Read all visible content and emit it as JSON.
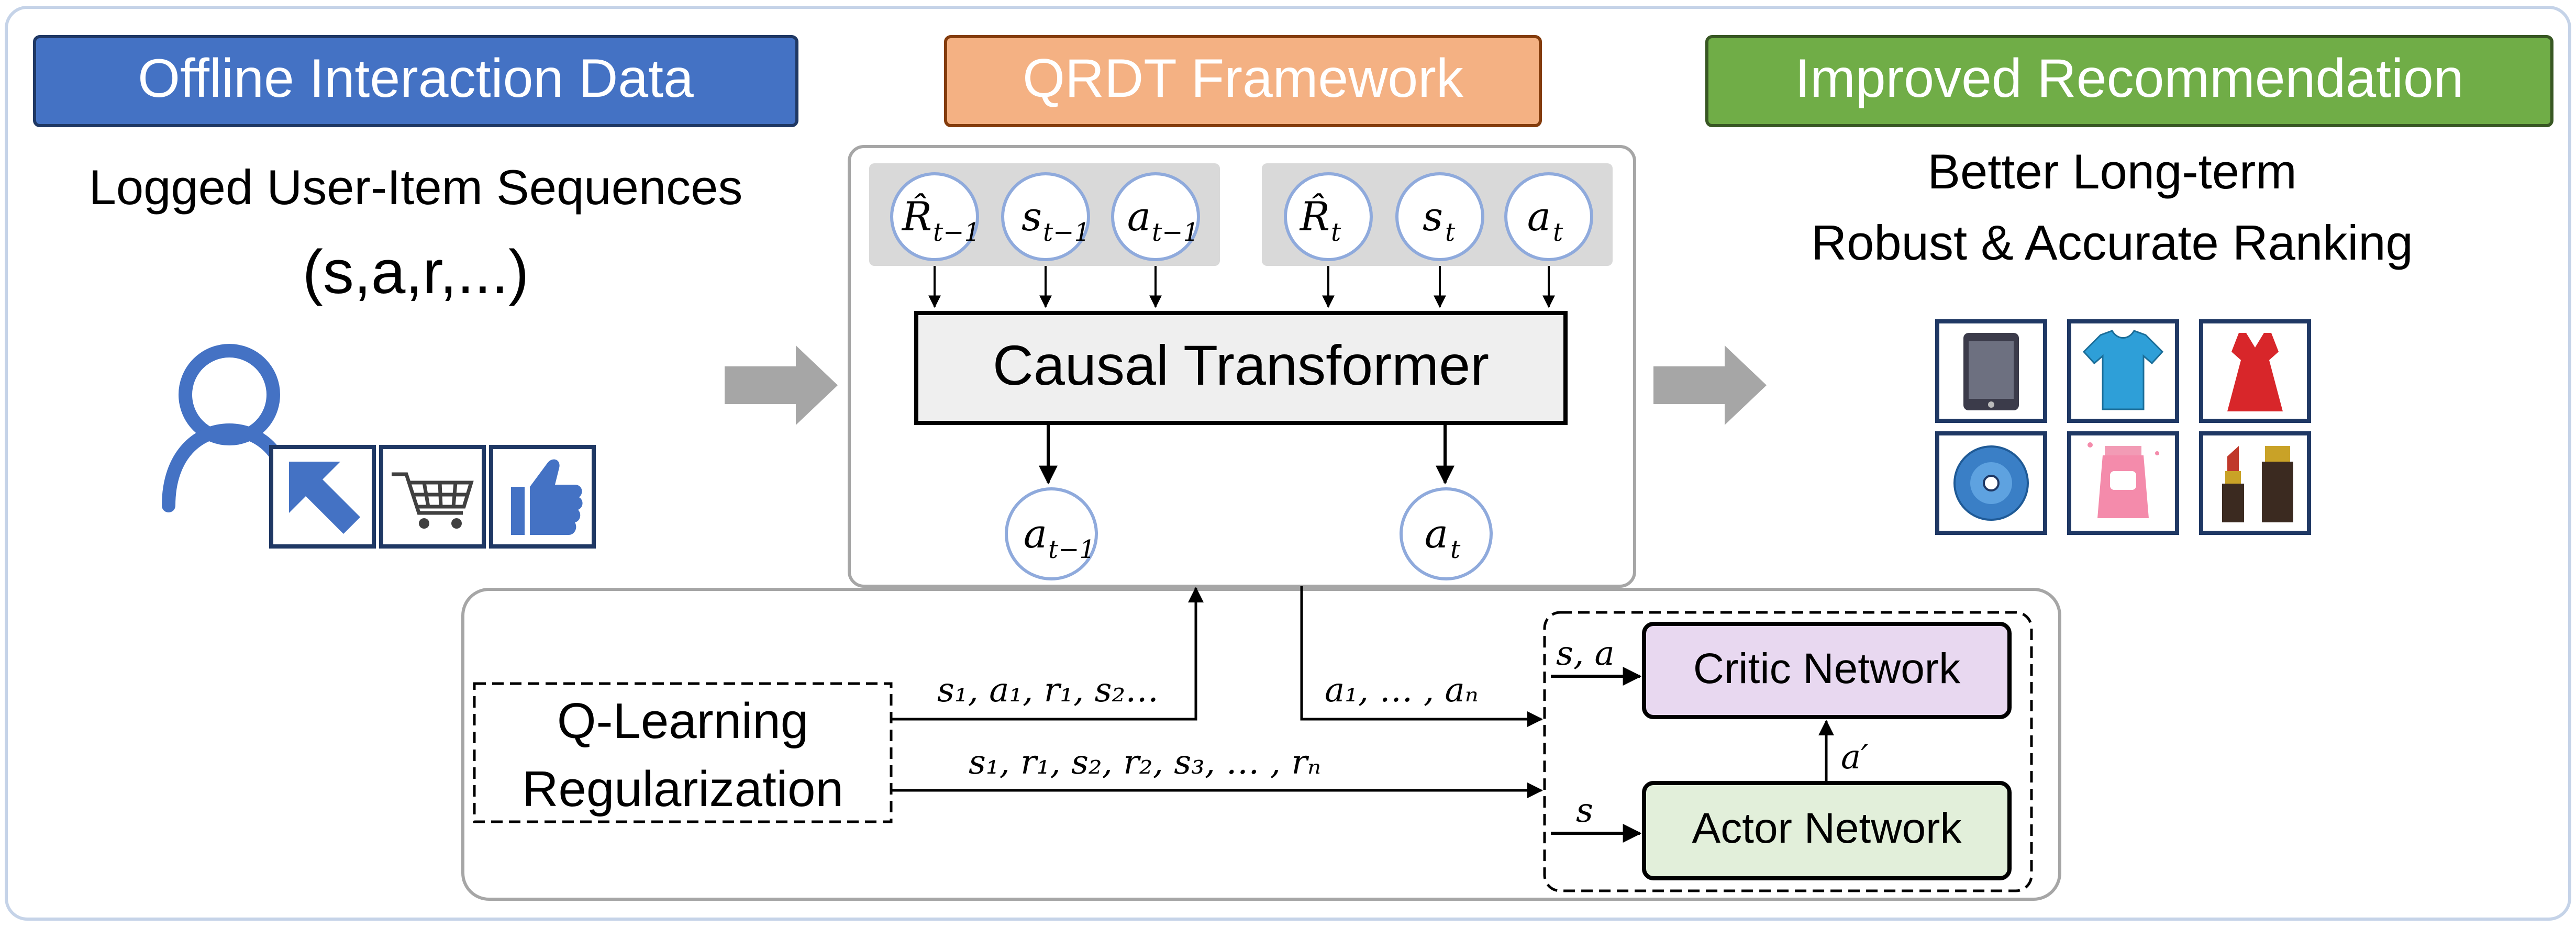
{
  "colors": {
    "section1": "#4472c4",
    "section2": "#f4b183",
    "section3": "#70ad47",
    "critic": "#e8d8f0",
    "actor": "#e2efda",
    "arrow_big": "#a6a6a6",
    "input_panel": "#d9d9d9",
    "node_border": "#8faadc",
    "icon_blue": "#4472c4"
  },
  "sections": {
    "left_title": "Offline Interaction Data",
    "middle_title": "QRDT Framework",
    "right_title": "Improved Recommendation"
  },
  "left": {
    "subtitle": "Logged User-Item Sequences",
    "tuple": "(s,a,r,...)"
  },
  "right": {
    "line1": "Better Long-term",
    "line2": "Robust & Accurate Ranking"
  },
  "transformer": {
    "label": "Causal Transformer",
    "inputs_prev": [
      {
        "sym": "R̂",
        "sub": "t−1"
      },
      {
        "sym": "s",
        "sub": "t−1"
      },
      {
        "sym": "a",
        "sub": "t−1"
      }
    ],
    "inputs_curr": [
      {
        "sym": "R̂",
        "sub": "t"
      },
      {
        "sym": "s",
        "sub": "t"
      },
      {
        "sym": "a",
        "sub": "t"
      }
    ],
    "outputs": [
      {
        "sym": "a",
        "sub": "t−1"
      },
      {
        "sym": "a",
        "sub": "t"
      }
    ]
  },
  "qlearning": {
    "line1": "Q-Learning",
    "line2": "Regularization",
    "seq_top": "s₁, a₁, r₁, s₂…",
    "seq_mid": "a₁, … , aₙ",
    "seq_bottom": "s₁, r₁, s₂, r₂, s₃, … , rₙ",
    "critic": "Critic Network",
    "actor": "Actor Network",
    "label_sa": "s, a",
    "label_s": "s",
    "label_aprime": "a′"
  },
  "icons": {
    "left": [
      "user-icon",
      "cursor-click-icon",
      "shopping-cart-icon",
      "thumbs-up-icon"
    ],
    "right": [
      "tablet-icon",
      "tshirt-icon",
      "dress-icon",
      "disc-icon",
      "cosmetic-tube-icon",
      "lipstick-icon"
    ]
  }
}
